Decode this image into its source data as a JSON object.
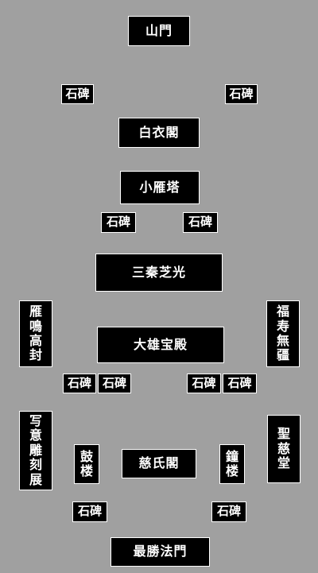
{
  "labels": {
    "sanmon": "山門",
    "stele": "石碑",
    "byakuikaku": "白衣閣",
    "small_goose_pagoda": "小雁塔",
    "sanqin_zhiguang": "三秦芝光",
    "yan_ming_gao_feng": "雁鳴高封",
    "fu_shou_wu_jiang": "福寿無疆",
    "daxiong_baodian": "大雄宝殿",
    "photo_sculpture_exhibit": "写意雕刻展",
    "holy_ci_hall": "聖慈堂",
    "drum_tower": "鼓楼",
    "cishi_pavilion": "慈氏閣",
    "bell_tower": "鐘楼",
    "zuisheng_famen": "最勝法門"
  }
}
